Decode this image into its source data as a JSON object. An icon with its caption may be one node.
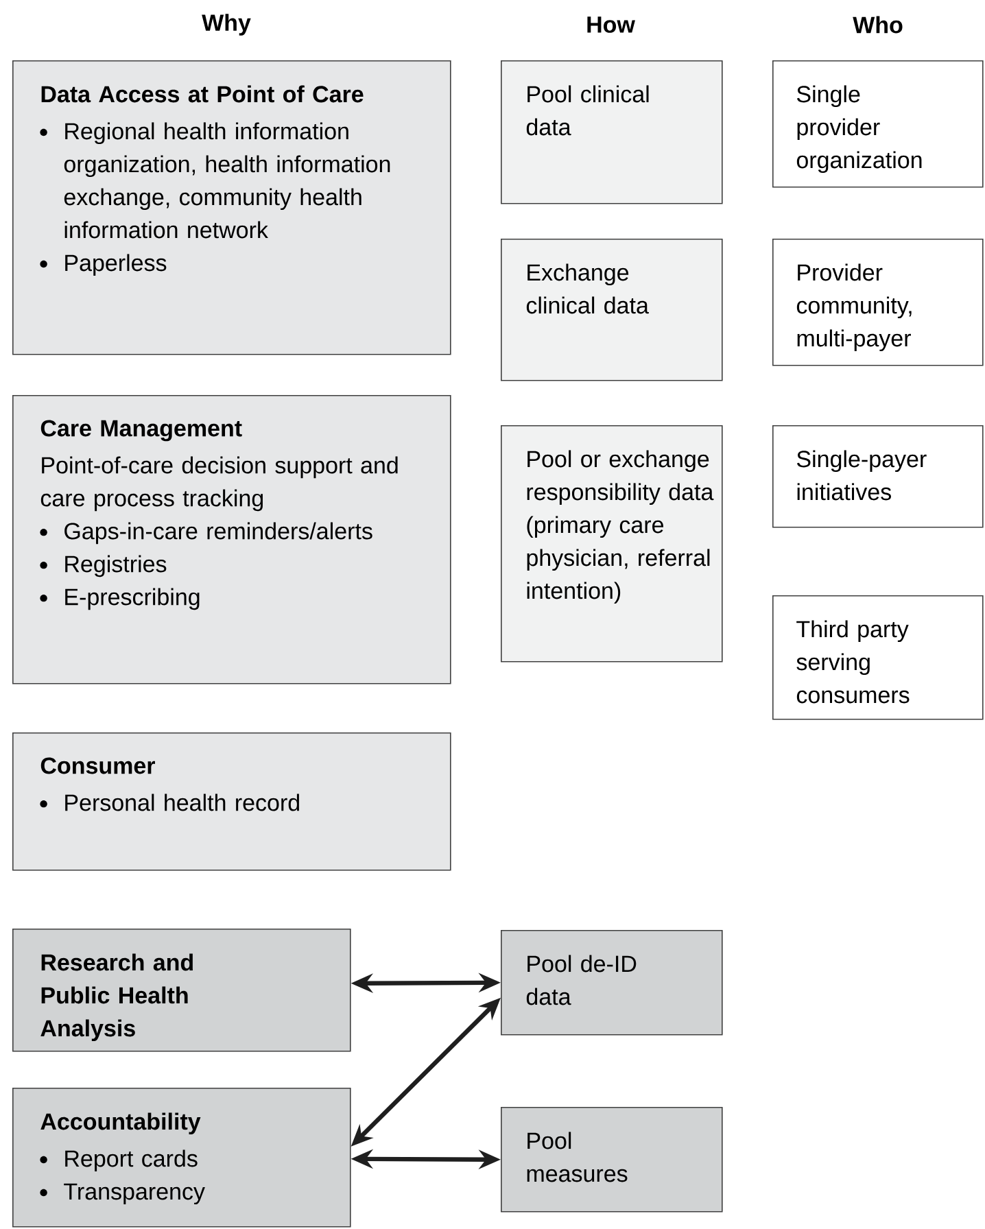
{
  "diagram": {
    "nodes": [
      {
        "text": [
          "Data Access at Point of Care",
          "Regional health information organization, health information exchange, community health information network",
          "Paperless"
        ]
      },
      {
        "text": [
          "Care Management",
          "Point-of-care decision support and care process tracking",
          "Gaps-in-care reminders/alerts",
          "Registries",
          "E-prescribing"
        ]
      },
      {
        "text": [
          "Consumer",
          "Personal health record"
        ]
      },
      {
        "text": [
          "Research and Public Health Analysis"
        ]
      },
      {
        "text": [
          "Accountability",
          "Report cards",
          "Transparency"
        ]
      },
      {
        "text": [
          "Pool clinical data"
        ]
      },
      {
        "text": [
          "Exchange clinical data"
        ]
      },
      {
        "text": [
          "Pool or exchange responsibility data (primary care physician, referral intention)"
        ]
      },
      {
        "text": [
          "Pool de-ID data"
        ]
      },
      {
        "text": [
          "Pool measures"
        ]
      },
      {
        "text": [
          "Single provider organization"
        ]
      },
      {
        "text": [
          "Provider community, multi-payer"
        ]
      },
      {
        "text": [
          "Single-payer initiatives"
        ]
      },
      {
        "text": [
          "Third party serving consumers"
        ]
      }
    ],
    "edges": [
      {
        "from": 3,
        "to": 8,
        "arrow": "both"
      },
      {
        "from": 4,
        "to": 8,
        "arrow": "both"
      },
      {
        "from": 4,
        "to": 9,
        "arrow": "both"
      }
    ],
    "labels": [
      "Why",
      "How",
      "Who"
    ]
  }
}
